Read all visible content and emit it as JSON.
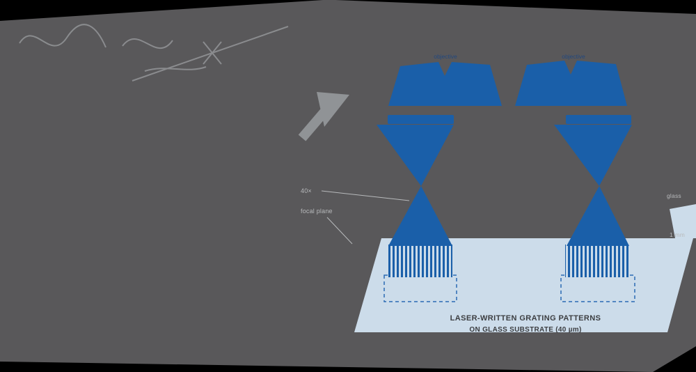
{
  "diagram": {
    "labels": {
      "lens_left": "objective",
      "lens_right": "objective",
      "left_note_top": "40×",
      "left_note_bottom": "focal plane",
      "right_note_top": "glass",
      "right_note_bottom": "1 mm",
      "caption_line1": "LASER-WRITTEN GRATING PATTERNS",
      "caption_line2": "ON GLASS SUBSTRATE (40 µm)"
    },
    "colors": {
      "background": "#000000",
      "panel": "#59585a",
      "blue": "#1a5fa9",
      "dashed_blue": "#2a6ab3",
      "slab": "#ccdcea",
      "arrow_gray": "#909396",
      "sketch_gray": "#9b9da0",
      "label_light": "#b8babc",
      "caption_dark": "#3c3e41",
      "lens_label": "#23487e"
    }
  }
}
